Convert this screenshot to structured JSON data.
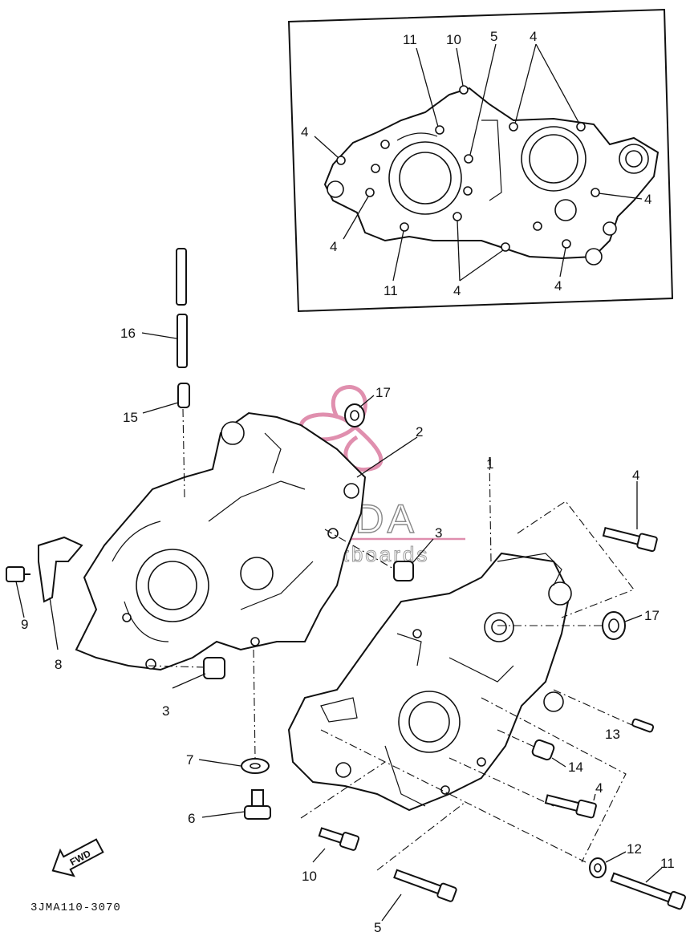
{
  "labels": {
    "l11a": "11",
    "l10a": "10",
    "l5a": "5",
    "l4a": "4",
    "l4b": "4",
    "l4c": "4",
    "l4d": "4",
    "l11b": "11",
    "l4e": "4",
    "l4f": "4",
    "l16": "16",
    "l15": "15",
    "l17a": "17",
    "l2": "2",
    "l1": "1",
    "l4g": "4",
    "l3a": "3",
    "l17b": "17",
    "l9": "9",
    "l8": "8",
    "l3b": "3",
    "l13": "13",
    "l14": "14",
    "l7": "7",
    "l4h": "4",
    "l6": "6",
    "l12": "12",
    "l11c": "11",
    "l10b": "10",
    "l5b": "5"
  },
  "fwd": "FWD",
  "part_code": "3JMA110-3070",
  "watermark": {
    "brand": "ARMADA",
    "tagline": "marine outboards",
    "color": "#d8739a"
  }
}
